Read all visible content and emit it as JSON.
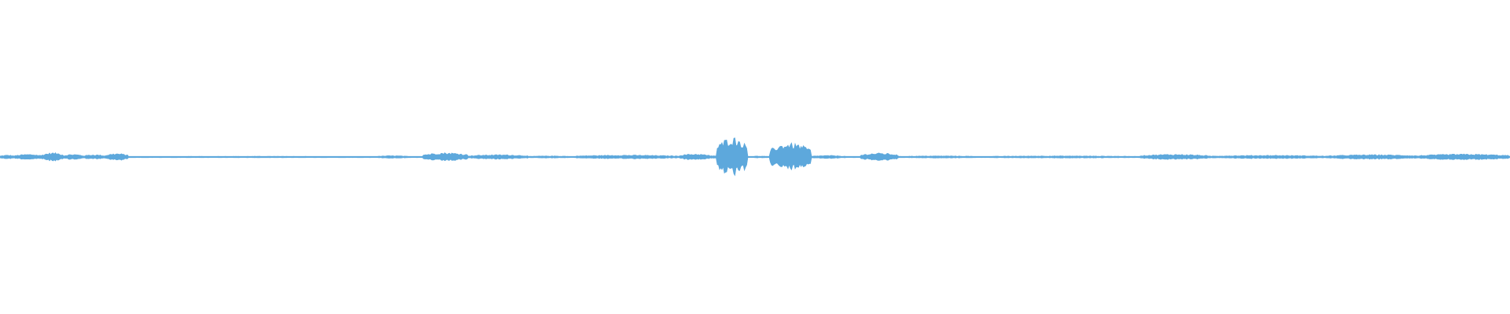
{
  "waveform": {
    "color": "#5DA8DC",
    "baseline_amplitude": 0.02,
    "segments": [
      {
        "from": 0.0,
        "to": 0.01,
        "amplitude": 0.1
      },
      {
        "from": 0.01,
        "to": 0.028,
        "amplitude": 0.14
      },
      {
        "from": 0.028,
        "to": 0.042,
        "amplitude": 0.22
      },
      {
        "from": 0.042,
        "to": 0.055,
        "amplitude": 0.14
      },
      {
        "from": 0.055,
        "to": 0.07,
        "amplitude": 0.12
      },
      {
        "from": 0.07,
        "to": 0.085,
        "amplitude": 0.18
      },
      {
        "from": 0.085,
        "to": 0.25,
        "amplitude": 0.04
      },
      {
        "from": 0.25,
        "to": 0.27,
        "amplitude": 0.07
      },
      {
        "from": 0.27,
        "to": 0.28,
        "amplitude": 0.04
      },
      {
        "from": 0.28,
        "to": 0.31,
        "amplitude": 0.22
      },
      {
        "from": 0.31,
        "to": 0.35,
        "amplitude": 0.12
      },
      {
        "from": 0.35,
        "to": 0.38,
        "amplitude": 0.06
      },
      {
        "from": 0.38,
        "to": 0.45,
        "amplitude": 0.1
      },
      {
        "from": 0.45,
        "to": 0.47,
        "amplitude": 0.16
      },
      {
        "from": 0.47,
        "to": 0.475,
        "amplitude": 0.08
      },
      {
        "from": 0.475,
        "to": 0.495,
        "amplitude": 1.0
      },
      {
        "from": 0.495,
        "to": 0.51,
        "amplitude": 0.05
      },
      {
        "from": 0.51,
        "to": 0.537,
        "amplitude": 0.7
      },
      {
        "from": 0.537,
        "to": 0.56,
        "amplitude": 0.08
      },
      {
        "from": 0.56,
        "to": 0.57,
        "amplitude": 0.03
      },
      {
        "from": 0.57,
        "to": 0.595,
        "amplitude": 0.2
      },
      {
        "from": 0.595,
        "to": 0.65,
        "amplitude": 0.06
      },
      {
        "from": 0.65,
        "to": 0.755,
        "amplitude": 0.06
      },
      {
        "from": 0.755,
        "to": 0.8,
        "amplitude": 0.14
      },
      {
        "from": 0.8,
        "to": 0.88,
        "amplitude": 0.09
      },
      {
        "from": 0.88,
        "to": 0.94,
        "amplitude": 0.12
      },
      {
        "from": 0.94,
        "to": 1.0,
        "amplitude": 0.15
      }
    ]
  }
}
